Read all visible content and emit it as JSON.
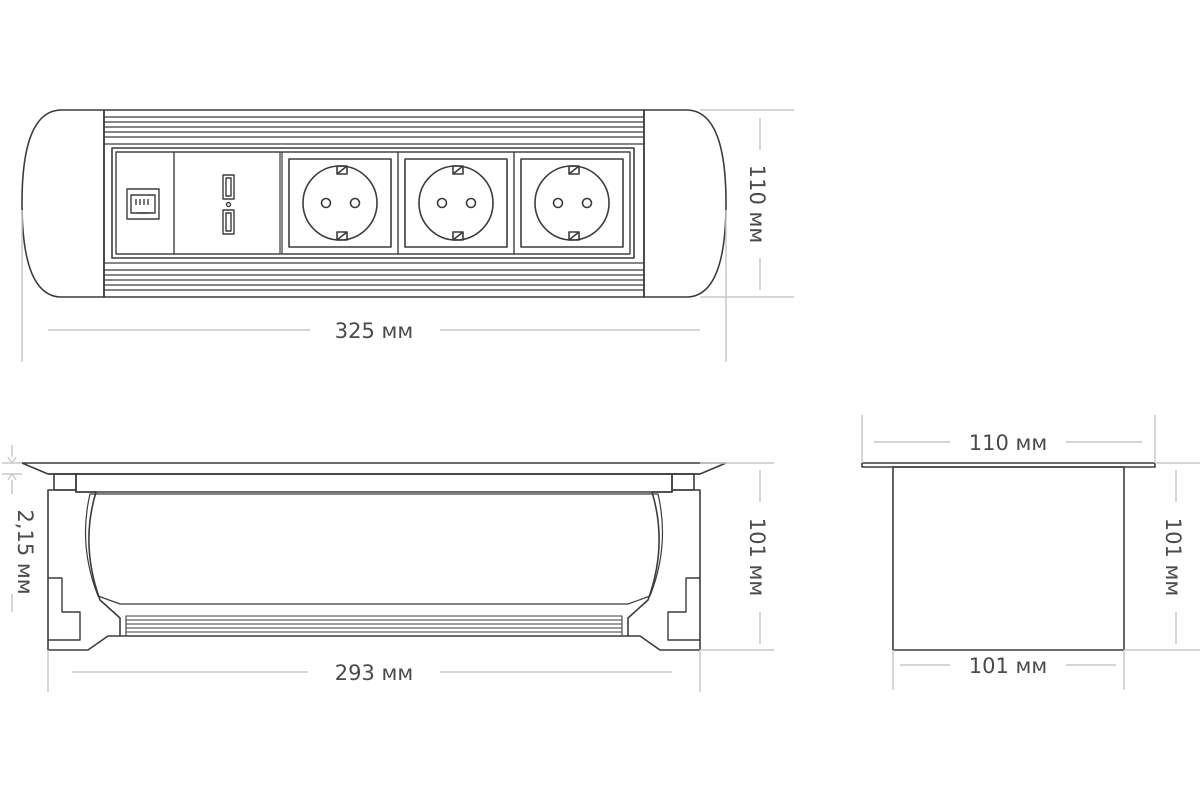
{
  "dimensions": {
    "top_width": "325 мм",
    "top_height": "110 мм",
    "front_width": "293 мм",
    "front_height": "101 мм",
    "flange_thickness": "2,15 мм",
    "side_top_width": "110 мм",
    "side_bottom_width": "101 мм",
    "side_height": "101 мм"
  },
  "modules": [
    "rj45-network-socket",
    "dual-usb-charger",
    "schuko-power-socket",
    "schuko-power-socket",
    "schuko-power-socket"
  ],
  "colors": {
    "outline": "#3c3c3c",
    "dimension_line": "#c8c8c8",
    "text": "#4a4a4a"
  }
}
